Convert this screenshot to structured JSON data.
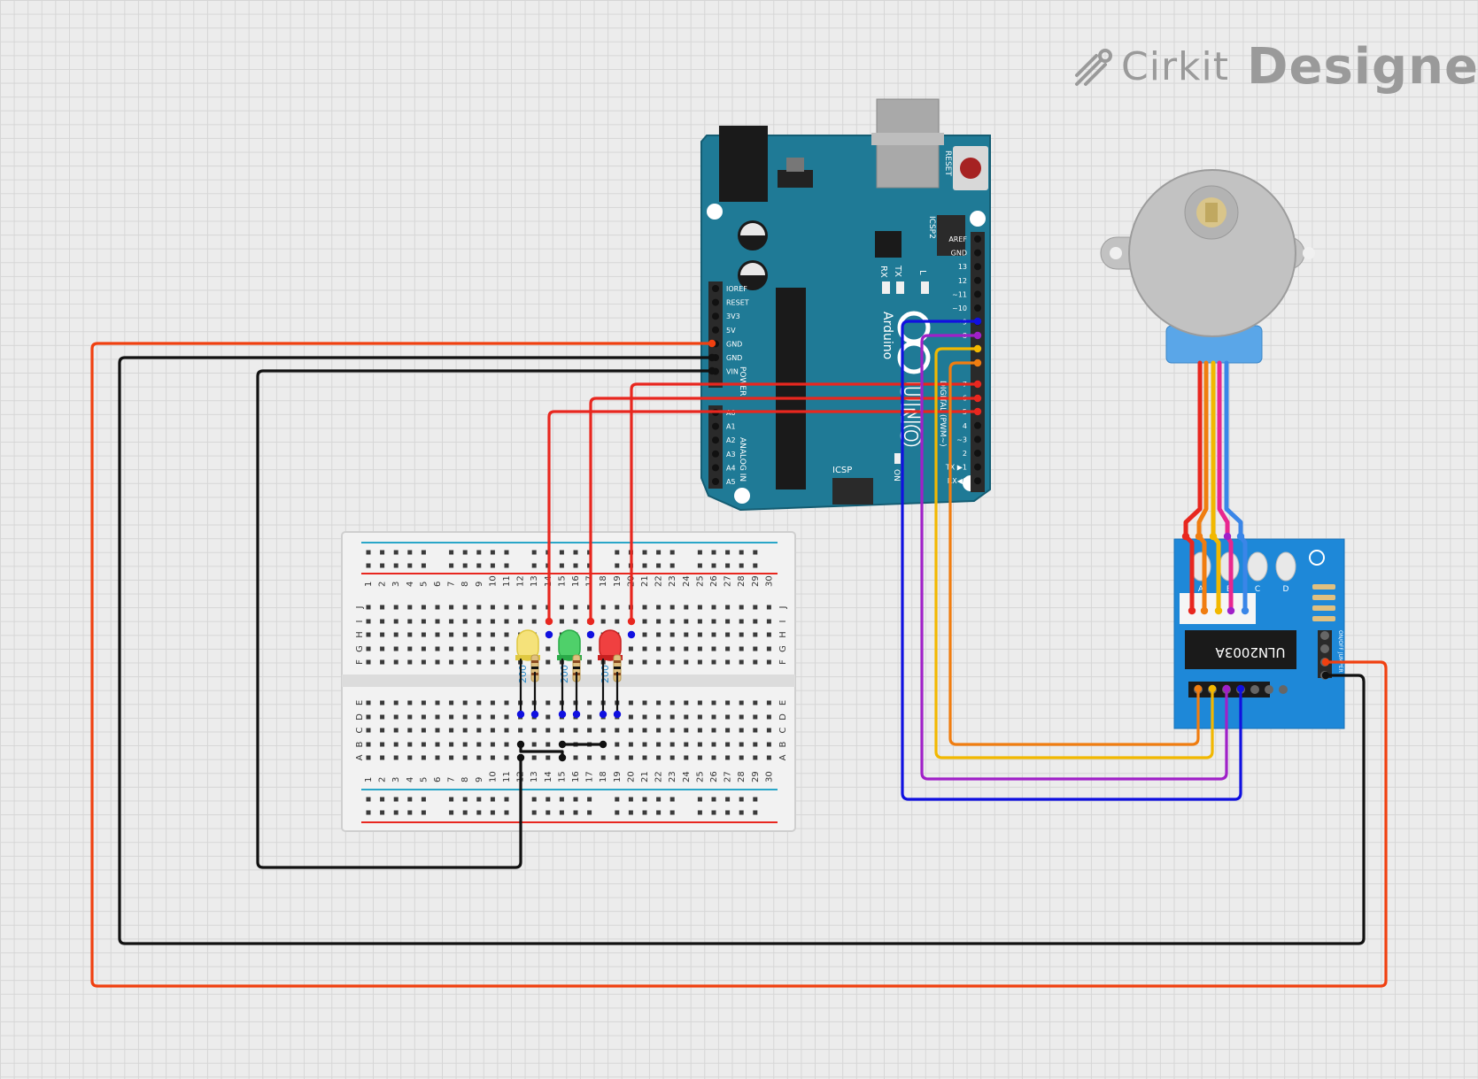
{
  "brand": {
    "cirkit": "Cirkit",
    "designer": "Designer"
  },
  "arduino": {
    "reset_label": "RESET",
    "icsp2_label": "ICSP2",
    "icsp_label": "ICSP",
    "rx_label": "RX",
    "tx_label": "TX",
    "l_label": "L",
    "brand_label": "Arduino",
    "uno_label": "UNO",
    "on_label": "ON",
    "digital_label": "DIGITAL (PWM~)",
    "power_label": "POWER",
    "analog_label": "ANALOG IN",
    "power_pins": [
      "IOREF",
      "RESET",
      "3V3",
      "5V",
      "GND",
      "GND",
      "VIN"
    ],
    "analog_pins": [
      "A0",
      "A1",
      "A2",
      "A3",
      "A4",
      "A5"
    ],
    "digital_top_pins": [
      "AREF",
      "GND",
      "13",
      "12",
      "~11",
      "~10",
      "~9",
      "8"
    ],
    "digital_bottom_pins": [
      "7",
      "~6",
      "~5",
      "4",
      "~3",
      "2",
      "TX ▶1",
      "RX◀0"
    ]
  },
  "breadboard": {
    "columns": [
      "1",
      "2",
      "3",
      "4",
      "5",
      "6",
      "7",
      "8",
      "9",
      "10",
      "11",
      "12",
      "13",
      "14",
      "15",
      "16",
      "17",
      "18",
      "19",
      "20",
      "21",
      "22",
      "23",
      "24",
      "25",
      "26",
      "27",
      "28",
      "29",
      "30"
    ],
    "rows_top": [
      "J",
      "I",
      "H",
      "G",
      "F"
    ],
    "rows_bottom": [
      "E",
      "D",
      "C",
      "B",
      "A"
    ]
  },
  "resistors": {
    "value": "200"
  },
  "leds": [
    "yellow",
    "green",
    "red"
  ],
  "driver": {
    "chip_label": "ULN2003A",
    "led_labels": [
      "A",
      "B",
      "C",
      "D"
    ],
    "jumper_label": "ON/OFF JUMPER"
  },
  "colors": {
    "board": "#1f7a96",
    "driver": "#1e88d8",
    "wire_red": "#e8271f",
    "wire_orange_red": "#f04010",
    "wire_black": "#111111",
    "wire_blue": "#1010e0",
    "wire_purple": "#a020c8",
    "wire_yellow": "#f2b800",
    "wire_orange": "#f07d10",
    "motor_body": "#c2c2c2"
  }
}
